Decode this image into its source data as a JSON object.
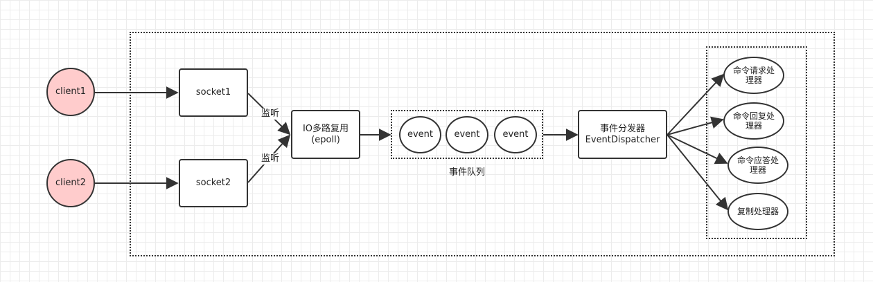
{
  "clients": [
    {
      "label": "client1"
    },
    {
      "label": "client2"
    }
  ],
  "sockets": [
    {
      "label": "socket1"
    },
    {
      "label": "socket2"
    }
  ],
  "edge_labels": {
    "listen_1": "监听",
    "listen_2": "监听"
  },
  "io": {
    "label": "IO多路复用\n(epoll)"
  },
  "queue": {
    "label": "事件队列",
    "events": [
      "event",
      "event",
      "event"
    ]
  },
  "dispatcher": {
    "label": "事件分发器\nEventDispatcher"
  },
  "handlers": [
    {
      "label": "命令请求处\n理器"
    },
    {
      "label": "命令回复处\n理器"
    },
    {
      "label": "命令应答处\n理器"
    },
    {
      "label": "复制处理器"
    }
  ],
  "colors": {
    "client_fill": "#ffcccc",
    "stroke": "#333333",
    "grid": "#ececec"
  }
}
